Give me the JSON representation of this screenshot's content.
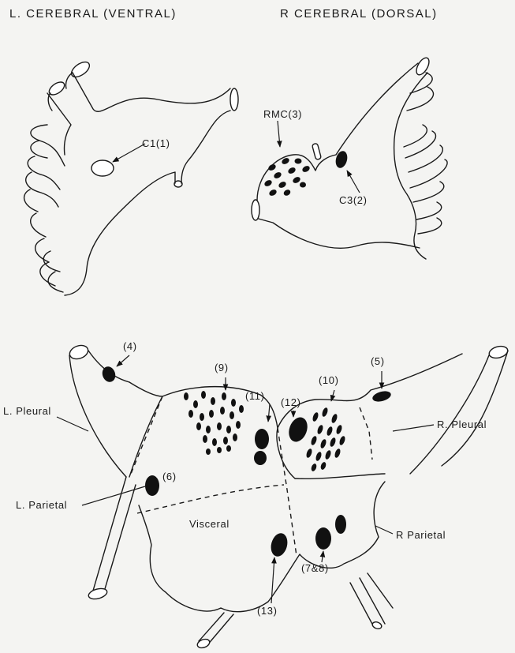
{
  "headers": {
    "left": "L. CEREBRAL (VENTRAL)",
    "right": "R  CEREBRAL (DORSAL)"
  },
  "labels": {
    "c1": "C1(1)",
    "rmc": "RMC(3)",
    "c3": "C3(2)",
    "n4": "(4)",
    "n5": "(5)",
    "n6": "(6)",
    "n9": "(9)",
    "n10": "(10)",
    "n11": "(11)",
    "n12": "(12)",
    "n13": "(13)",
    "n78": "(7&8)",
    "l_pleural": "L. Pleural",
    "r_pleural": "R. Pleural",
    "l_parietal": "L. Parietal",
    "r_parietal": "R  Parietal",
    "visceral": "Visceral"
  }
}
